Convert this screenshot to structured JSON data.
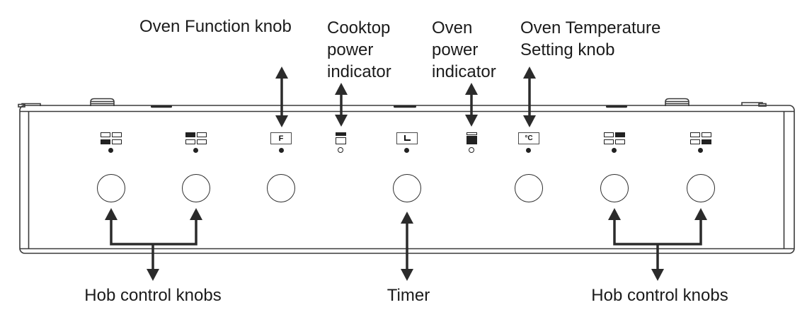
{
  "labels": {
    "oven_function_knob": "Oven Function knob",
    "cooktop_power_indicator": "Cooktop\npower\nindicator",
    "oven_power_indicator": "Oven\npower\nindicator",
    "oven_temperature_setting_knob": "Oven Temperature\nSetting knob",
    "timer": "Timer",
    "hob_control_knobs_left": "Hob control knobs",
    "hob_control_knobs_right": "Hob control knobs"
  },
  "glyphs": {
    "oven_function": "F",
    "oven_temperature": "°C"
  },
  "icon_names": [
    "hob-zone-front-left-icon",
    "hob-zone-rear-left-icon",
    "oven-function-f-icon",
    "cooktop-power-indicator-icon",
    "timer-clock-icon",
    "oven-power-indicator-icon",
    "oven-temperature-celsius-icon",
    "hob-zone-rear-right-icon",
    "hob-zone-front-right-icon"
  ],
  "colors": {
    "background": "#ffffff",
    "line": "#2e2e2e",
    "text": "#1b1b1b",
    "icon": "#222222"
  }
}
